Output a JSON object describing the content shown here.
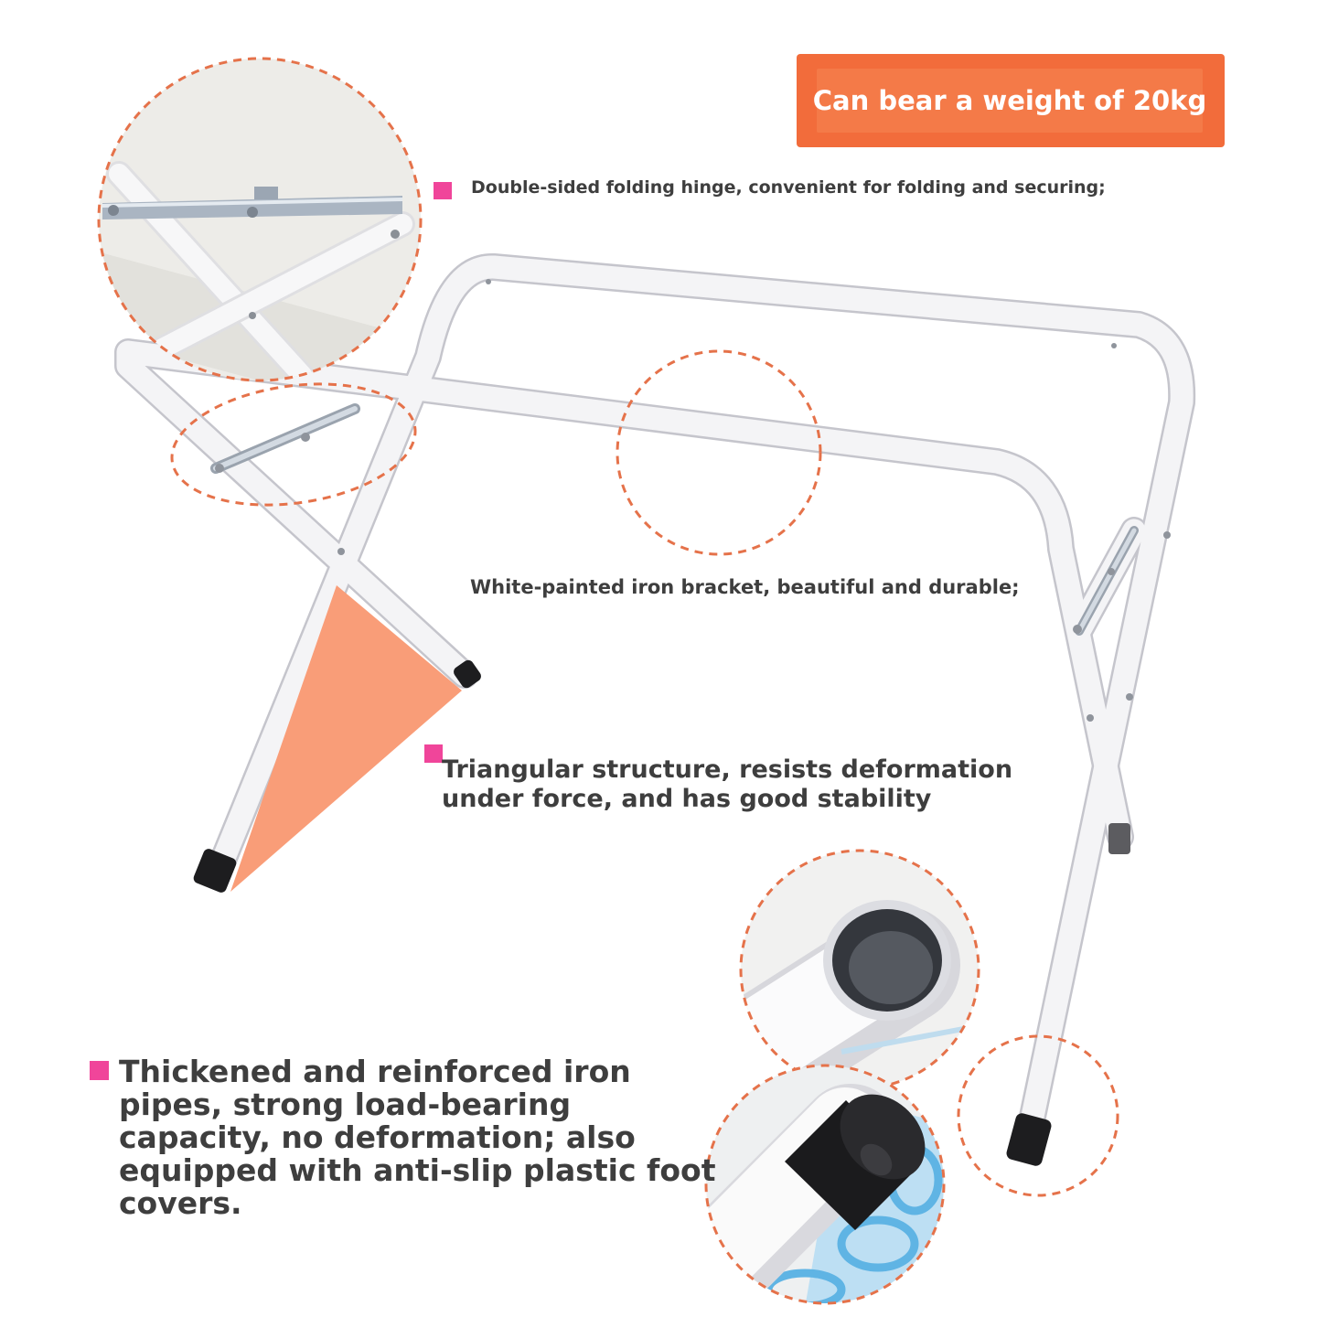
{
  "badge": {
    "text": "Can bear a weight of 20kg"
  },
  "features": [
    {
      "text": "Double-sided folding hinge, convenient for folding and securing;"
    },
    {
      "text": "White-painted iron bracket, beautiful and durable;"
    },
    {
      "text": "Triangular structure, resists deformation under force, and has good stability"
    },
    {
      "text": "Thickened and reinforced iron pipes, strong load-bearing capacity, no deformation; also equipped with anti-slip plastic foot covers."
    }
  ],
  "colors": {
    "accent": "#f26c3b",
    "triangle": "#f99d78",
    "bullet": "#f0459a",
    "dashed_circle": "#e5724a",
    "frame": "#f4f4f6",
    "text": "#3e3e3e"
  }
}
